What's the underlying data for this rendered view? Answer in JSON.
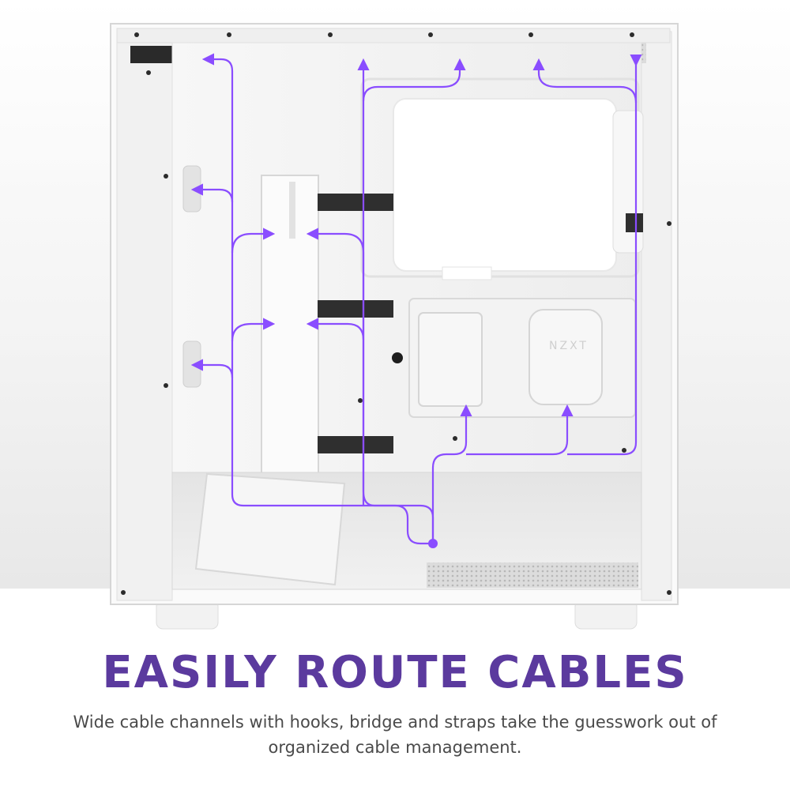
{
  "headline": "EASILY ROUTE CABLES",
  "subtitle": "Wide cable channels with hooks, bridge and straps take the guesswork out of organized cable management.",
  "brand_mark": "NZXT",
  "colors": {
    "accent_purple": "#8a4dff",
    "headline_purple": "#5b3a9e",
    "strap": "#2f2f2f",
    "case_white": "#f4f4f4",
    "backdrop_gray": "#e9e9e9"
  }
}
